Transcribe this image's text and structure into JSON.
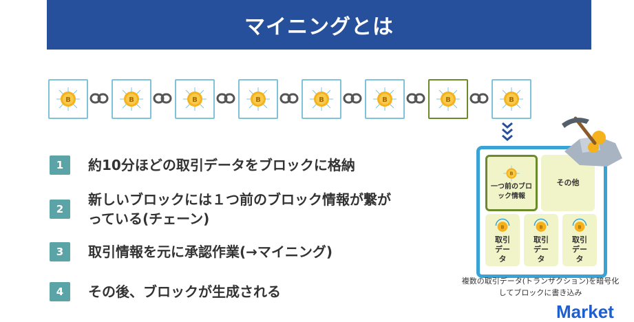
{
  "title": "マイニングとは",
  "chain": {
    "block_count": 8,
    "highlight_index": 6,
    "coin_symbol": "B"
  },
  "steps": [
    {
      "num": "1",
      "text": "約10分ほどの取引データをブロックに格納"
    },
    {
      "num": "2",
      "text": "新しいブロックには１つ前のブロック情報が繋がっている(チェーン)"
    },
    {
      "num": "3",
      "text": "取引情報を元に承認作業(→マイニング)"
    },
    {
      "num": "4",
      "text": "その後、ブロックが生成される"
    }
  ],
  "panel": {
    "prev_block_label": "一つ前のブロック情報",
    "other_label": "その他",
    "tx_label": "取引データ"
  },
  "caption": "複数の取引データ(トランザクション)を暗号化してブロックに書き込み",
  "brand": "Market",
  "colors": {
    "banner": "#264f9c",
    "step_badge": "#5aa3a6",
    "panel_border": "#3aa3d6",
    "coin": "#f5b21c"
  }
}
